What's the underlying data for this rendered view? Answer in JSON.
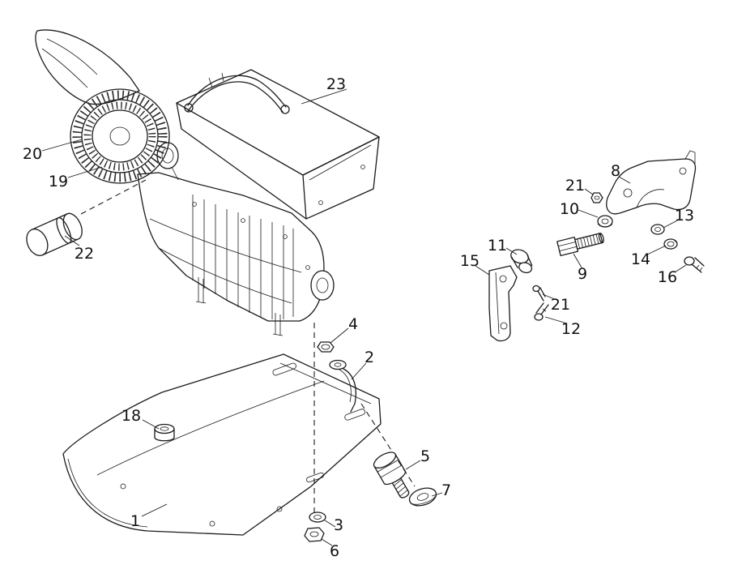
{
  "diagram": {
    "kind": "exploded-parts-diagram",
    "subject": "engine and mounting plate assembly",
    "line_color": "#1b1b1b",
    "background_color": "#ffffff",
    "callouts": {
      "c1": "1",
      "c2": "2",
      "c3": "3",
      "c4": "4",
      "c5": "5",
      "c6": "6",
      "c7": "7",
      "c8": "8",
      "c9": "9",
      "c10": "10",
      "c11": "11",
      "c12": "12",
      "c13": "13",
      "c14": "14",
      "c15": "15",
      "c16": "16",
      "c18": "18",
      "c19": "19",
      "c20": "20",
      "c21a": "21",
      "c21b": "21",
      "c22": "22",
      "c23": "23"
    }
  }
}
